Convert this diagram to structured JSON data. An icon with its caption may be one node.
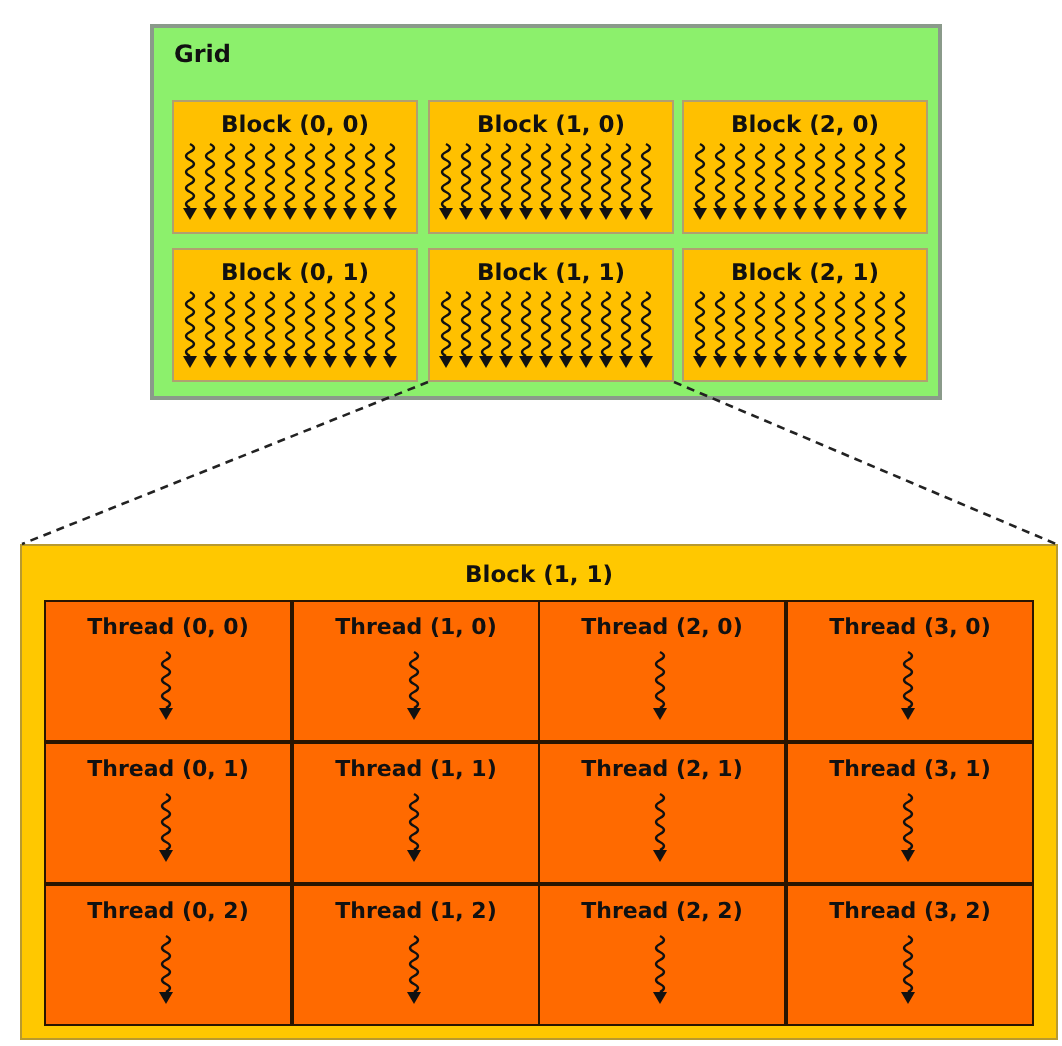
{
  "diagram": {
    "nodes": [
      {
        "text": [
          "Grid"
        ]
      },
      {
        "text": [
          "Block (0, 0)"
        ],
        "in": 0
      },
      {
        "text": [
          "Block (1, 0)"
        ],
        "in": 0
      },
      {
        "text": [
          "Block (2, 0)"
        ],
        "in": 0
      },
      {
        "text": [
          "Block (0, 1)"
        ],
        "in": 0
      },
      {
        "text": [
          "Block (1, 1)"
        ],
        "in": 0
      },
      {
        "text": [
          "Block (2, 1)"
        ],
        "in": 0
      },
      {
        "text": [
          "Block (1, 1)"
        ]
      },
      {
        "text": [
          "Thread (0, 0)"
        ],
        "in": 7
      },
      {
        "text": [
          "Thread (1, 0)"
        ],
        "in": 7
      },
      {
        "text": [
          "Thread (2, 0)"
        ],
        "in": 7
      },
      {
        "text": [
          "Thread (3, 0)"
        ],
        "in": 7
      },
      {
        "text": [
          "Thread (0, 1)"
        ],
        "in": 7
      },
      {
        "text": [
          "Thread (1, 1)"
        ],
        "in": 7
      },
      {
        "text": [
          "Thread (2, 1)"
        ],
        "in": 7
      },
      {
        "text": [
          "Thread (3, 1)"
        ],
        "in": 7
      },
      {
        "text": [
          "Thread (0, 2)"
        ],
        "in": 7
      },
      {
        "text": [
          "Thread (1, 2)"
        ],
        "in": 7
      },
      {
        "text": [
          "Thread (2, 2)"
        ],
        "in": 7
      },
      {
        "text": [
          "Thread (3, 2)"
        ],
        "in": 7
      }
    ],
    "edges": [
      {
        "from": 5,
        "to": 7,
        "arrow": "none",
        "style": "dashed"
      },
      {
        "from": 5,
        "to": 7,
        "arrow": "none",
        "style": "dashed"
      }
    ]
  }
}
